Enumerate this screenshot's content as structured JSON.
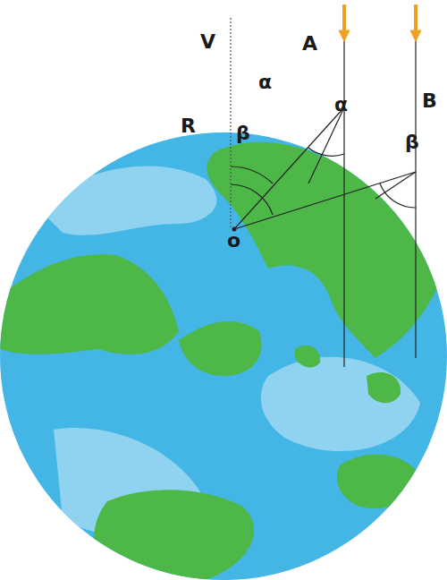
{
  "diagram": {
    "labels": [
      "V",
      "A",
      "α",
      "α",
      "B",
      "R",
      "β",
      "β",
      "o"
    ]
  }
}
